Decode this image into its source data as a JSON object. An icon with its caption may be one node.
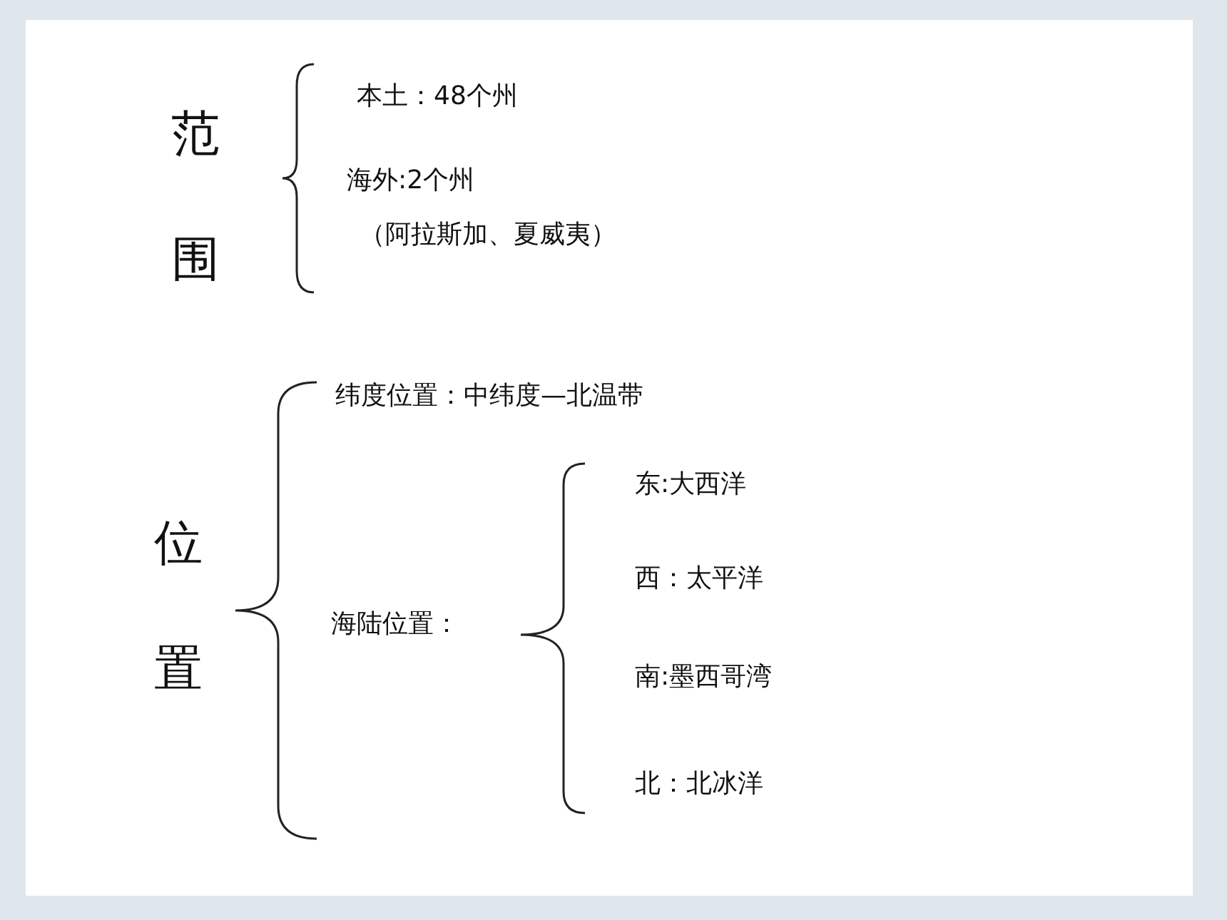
{
  "diagram": {
    "labels": [
      "范围",
      "本土：48个州",
      "海外:2个州",
      "（阿拉斯加、夏威夷）",
      "位置",
      "纬度位置：中纬度—北温带",
      "海陆位置：",
      "东:大西洋",
      "西：太平洋",
      "南:墨西哥湾",
      "北：北冰洋"
    ]
  }
}
